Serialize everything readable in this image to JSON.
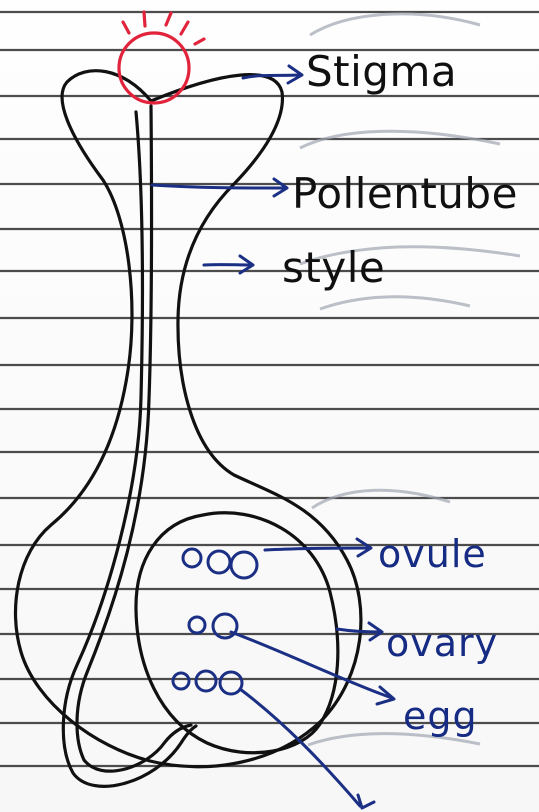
{
  "diagram": {
    "labels": {
      "stigma": "Stigma",
      "pollen_tube": "Pollentube",
      "style": "style",
      "ovule": "ovule",
      "ovary": "ovary",
      "egg": "egg"
    }
  }
}
